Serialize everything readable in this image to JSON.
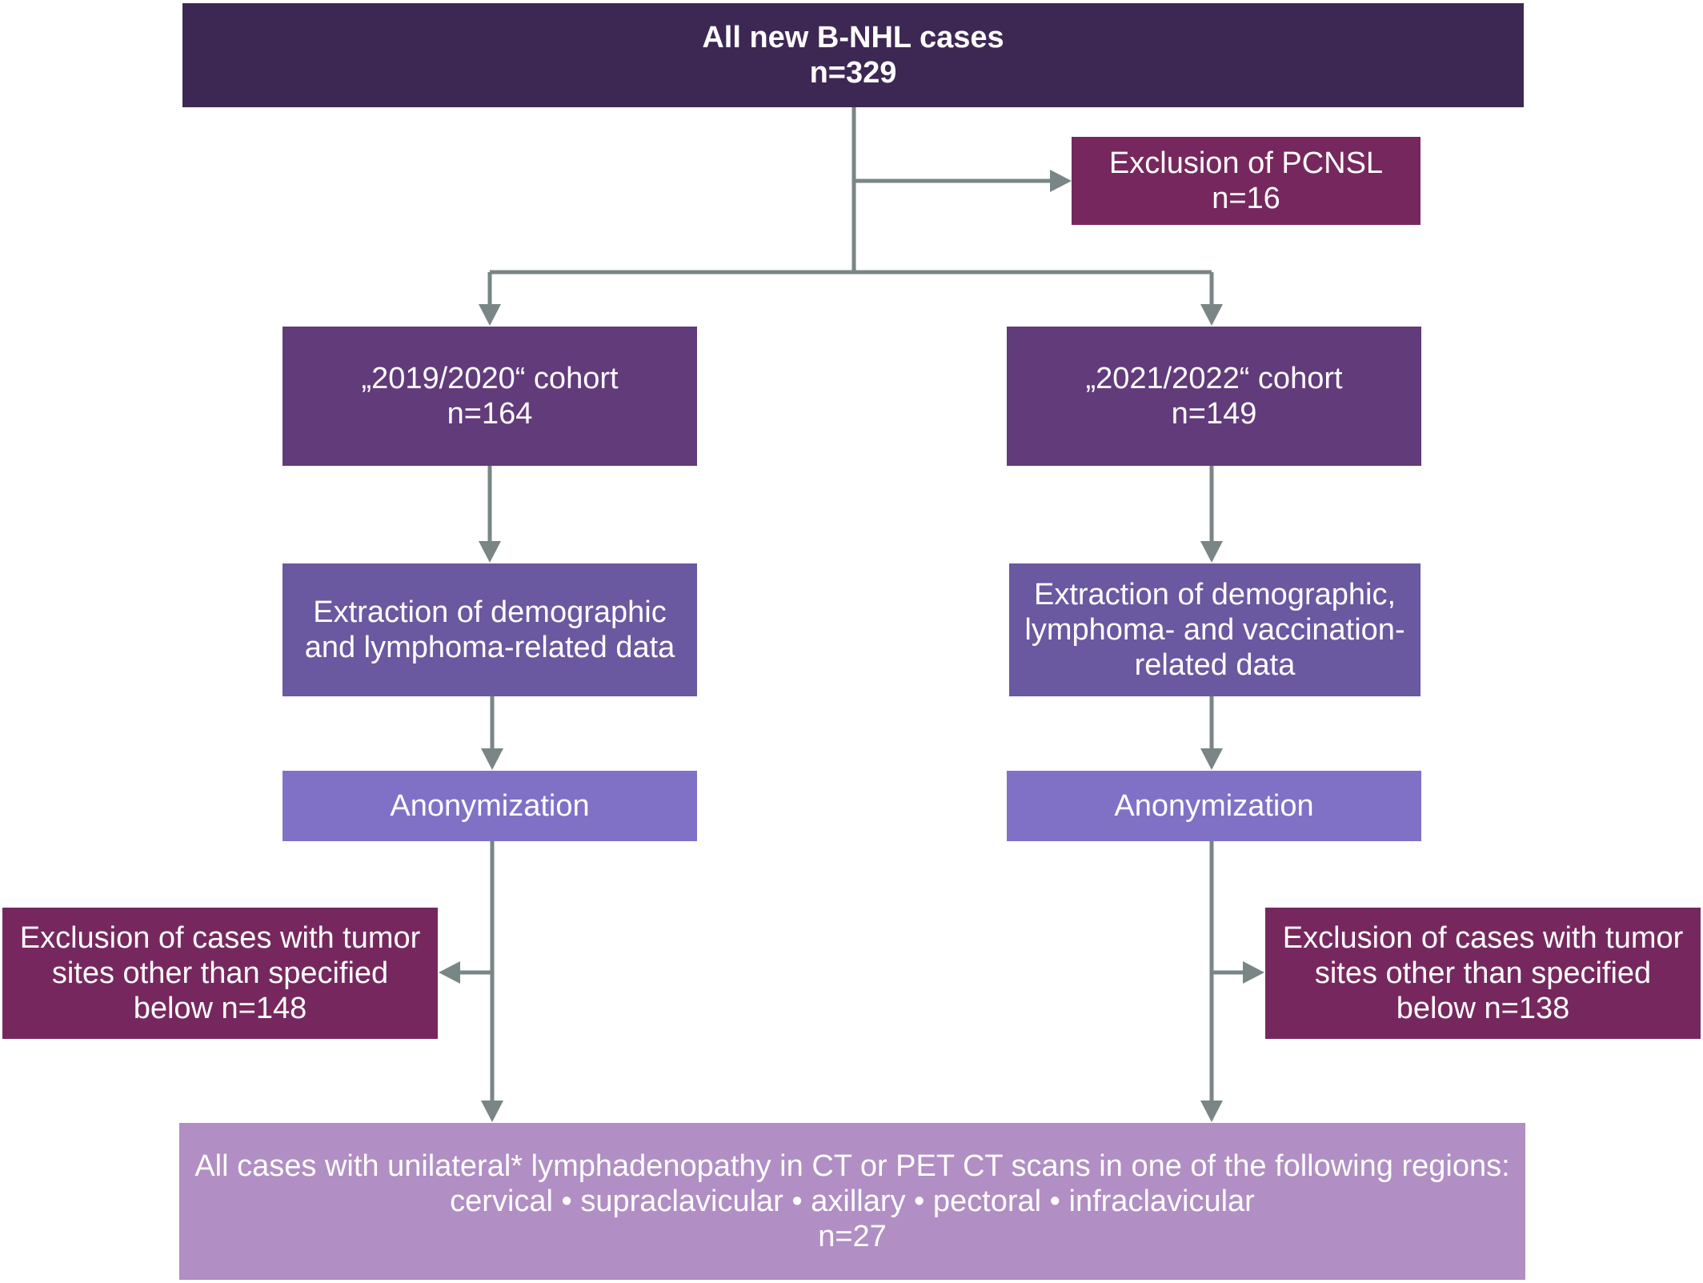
{
  "colors": {
    "top": "#3d2854",
    "exclusion": "#76285e",
    "cohort": "#623b7b",
    "extraction": "#6a58a0",
    "anonymization": "#8071c7",
    "final": "#b18ec4",
    "connector": "#7a8585"
  },
  "nodes": {
    "all_cases": {
      "title": "All new B-NHL cases",
      "count": "n=329"
    },
    "exclusion_pcnsl": {
      "title": "Exclusion of PCNSL",
      "count": "n=16"
    },
    "cohort_2019": {
      "title": "„2019/2020“ cohort",
      "count": "n=164"
    },
    "cohort_2021": {
      "title": "„2021/2022“ cohort",
      "count": "n=149"
    },
    "extraction_left": {
      "line1": "Extraction of demographic",
      "line2": "and lymphoma-related data"
    },
    "extraction_right": {
      "line1": "Extraction of demographic,",
      "line2": "lymphoma- and vaccination-",
      "line3": "related data"
    },
    "anon_left": {
      "label": "Anonymization"
    },
    "anon_right": {
      "label": "Anonymization"
    },
    "exclusion_left": {
      "line1": "Exclusion of cases with tumor",
      "line2": "sites other than specified",
      "line3": "below n=148"
    },
    "exclusion_right": {
      "line1": "Exclusion of cases with tumor",
      "line2": "sites other than specified",
      "line3": "below n=138"
    },
    "final": {
      "line1": "All cases with unilateral* lymphadenopathy in CT or PET CT scans in one of the following regions:",
      "line2": "cervical • supraclavicular •  axillary • pectoral • infraclavicular",
      "line3": "n=27"
    }
  }
}
